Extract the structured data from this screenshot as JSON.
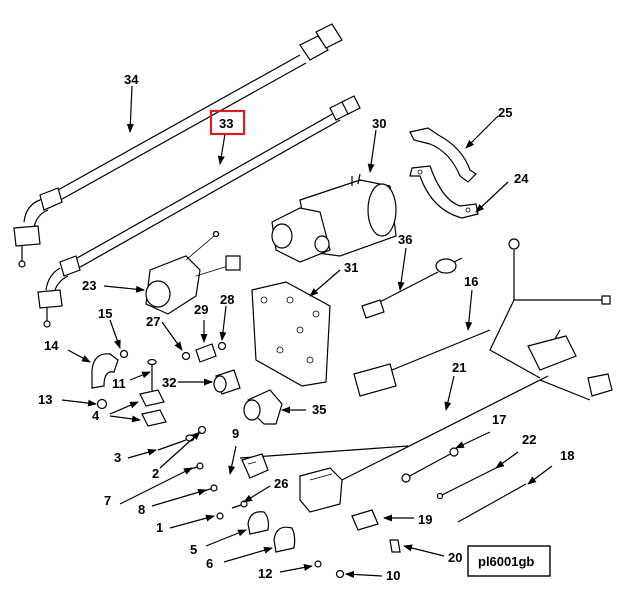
{
  "callouts": [
    "1",
    "2",
    "3",
    "4",
    "5",
    "6",
    "7",
    "8",
    "9",
    "10",
    "11",
    "12",
    "13",
    "14",
    "15",
    "16",
    "17",
    "18",
    "19",
    "20",
    "21",
    "22",
    "23",
    "24",
    "25",
    "26",
    "27",
    "28",
    "29",
    "30",
    "31",
    "32",
    "33",
    "34",
    "35",
    "36"
  ],
  "highlighted": "33",
  "figure_ref": "pl6001gb",
  "colors": {
    "line": "#000000",
    "highlight": "#d42020",
    "background": "#ffffff"
  }
}
